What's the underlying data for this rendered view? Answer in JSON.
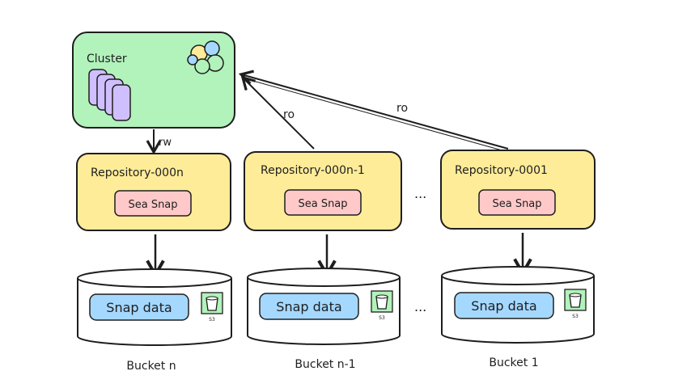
{
  "cluster": {
    "label": "Cluster"
  },
  "edges": {
    "rw": "rw",
    "ro_1": "ro",
    "ro_2": "ro"
  },
  "repositories": [
    {
      "label": "Repository-000n",
      "inner": "Sea Snap"
    },
    {
      "label": "Repository-000n-1",
      "inner": "Sea Snap"
    },
    {
      "label": "Repository-0001",
      "inner": "Sea Snap"
    }
  ],
  "buckets": [
    {
      "label": "Bucket n",
      "data": "Snap data",
      "icon_caption": "S3"
    },
    {
      "label": "Bucket n-1",
      "data": "Snap data",
      "icon_caption": "S3"
    },
    {
      "label": "Bucket 1",
      "data": "Snap data",
      "icon_caption": "S3"
    }
  ],
  "ellipsis_repos": "...",
  "ellipsis_buckets": "...",
  "colors": {
    "cluster_fill": "#b2f2bb",
    "repo_fill": "#ffec99",
    "sea_snap_fill": "#ffc9c9",
    "snap_data_fill": "#a5d8ff",
    "stroke": "#1e1e1e",
    "node_fill": "#d0bfff"
  }
}
